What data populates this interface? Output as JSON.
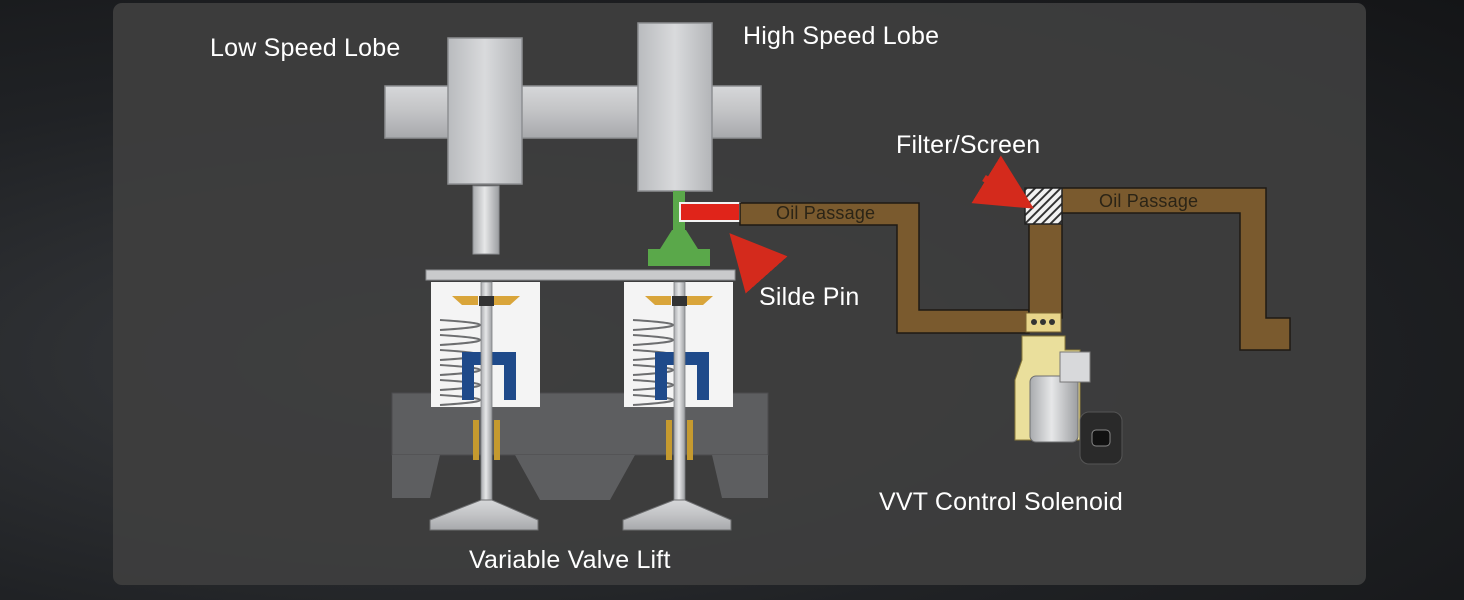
{
  "labels": {
    "low_speed_lobe": "Low Speed Lobe",
    "high_speed_lobe": "High Speed Lobe",
    "filter_screen": "Filter/Screen",
    "slide_pin": "Silde Pin",
    "oil_passage_1": "Oil Passage",
    "oil_passage_2": "Oil Passage",
    "vvt_solenoid": "VVT Control Solenoid",
    "variable_valve_lift": "Variable Valve Lift"
  },
  "colors": {
    "panel": "#3e3e3e",
    "oil": "#7a5a2e",
    "pin": "#e0241a",
    "arrow": "#d42a1c",
    "rocker": "#5aa84a",
    "metal": "#c8c9cb",
    "retainer": "#1f4a8a",
    "keeper": "#d9a53a"
  }
}
